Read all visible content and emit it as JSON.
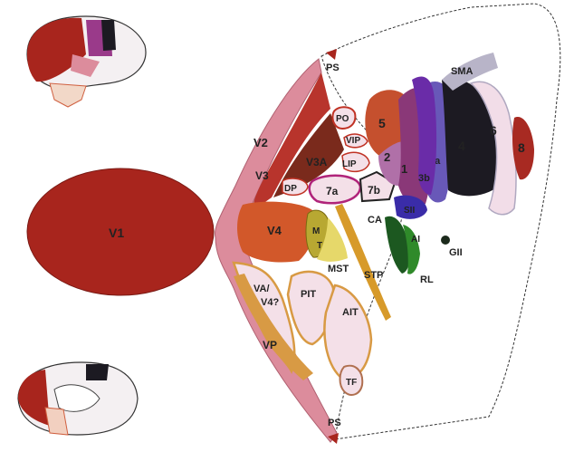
{
  "labels": {
    "v1": "V1",
    "v2": "V2",
    "v3": "V3",
    "v3a": "V3A",
    "v4": "V4",
    "mt_m": "M",
    "mt_t": "T",
    "mst": "MST",
    "stp": "STP",
    "dp": "DP",
    "vip": "VIP",
    "lip": "LIP",
    "po": "PO",
    "a7a": "7a",
    "a7b": "7b",
    "a5": "5",
    "a2": "2",
    "a1": "1",
    "a3a": "3a",
    "a3b": "3b",
    "a4": "4",
    "a6": "6",
    "a8": "8",
    "sma": "SMA",
    "sii": "SII",
    "ca": "CA",
    "ai": "AI",
    "rl": "RL",
    "gii": "GII",
    "va": "VA/",
    "v4q": "V4?",
    "pit": "PIT",
    "ait": "AIT",
    "vp": "VP",
    "tf": "TF",
    "ps_top": "PS",
    "ps_bottom": "PS"
  },
  "colors": {
    "v1": "#a8251d",
    "v2": "#dc8c9c",
    "v3": "#b8342c",
    "v3a": "#7a2a1c",
    "v4": "#d2582a",
    "mt": "#d7c23a",
    "stp": "#d79a2a",
    "vip": "#c03224",
    "a5": "#c5502e",
    "a2": "#b070a8",
    "a1": "#8a3878",
    "a3a": "#6858b8",
    "a3b": "#6a2ca8",
    "a4": "#1c1a22",
    "a6": "#f2dde8",
    "a8": "#a82a22",
    "sma": "#b8b4c8",
    "sii": "#3a2ca8",
    "ca": "#1c5820",
    "ai": "#2f8a2a",
    "inferotemporal": "#f4e0e8",
    "ventral_border": "#d89a44"
  }
}
